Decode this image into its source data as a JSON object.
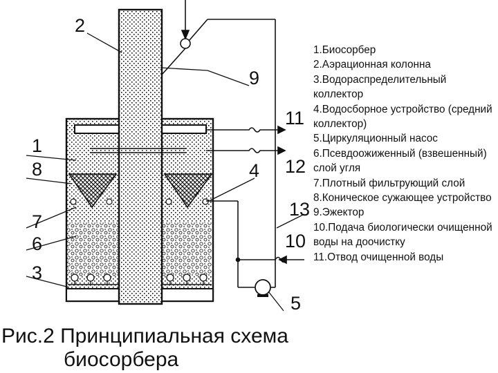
{
  "labels": {
    "l1": "1",
    "l2": "2",
    "l3": "3",
    "l4": "4",
    "l5": "5",
    "l6": "6",
    "l7": "7",
    "l8": "8",
    "l9": "9",
    "l10": "10",
    "l11": "11",
    "l12": "12",
    "l13": "13"
  },
  "legend": [
    "1.Биосорбер",
    "2.Аэрационная колонна",
    "3.Водораспределительный коллектор",
    "4.Водосборное устройство (средний коллектор)",
    "5.Циркуляционный насос",
    "6.Псевдоожиженный (взвешенный) слой угля",
    "7.Плотный фильтрующий слой",
    "8.Коническое сужающее устройство",
    "9.Эжектор",
    "10.Подача биологически очищенной воды на доочистку",
    "11.Отвод очищенной воды"
  ],
  "caption": {
    "line1": "Рис.2 Принципиальная схема",
    "line2": "биосорбера"
  }
}
